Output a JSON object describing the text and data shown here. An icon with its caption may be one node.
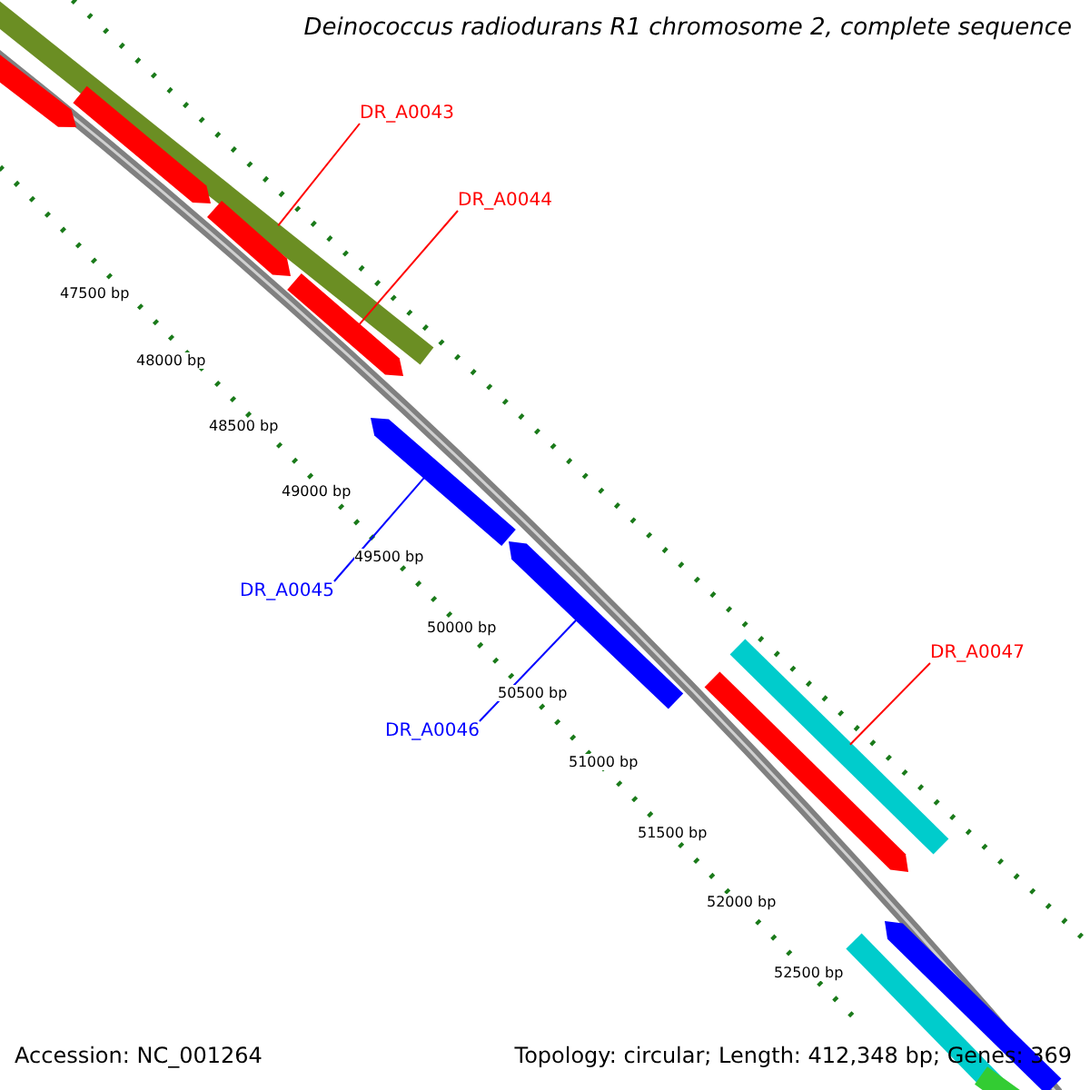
{
  "diagram": {
    "title": "Deinococcus radiodurans R1 chromosome 2, complete sequence",
    "nodes": [
      {
        "text": [
          "DR_A0043"
        ]
      },
      {
        "text": [
          "DR_A0044"
        ]
      },
      {
        "text": [
          "DR_A0045"
        ]
      },
      {
        "text": [
          "DR_A0046"
        ]
      },
      {
        "text": [
          "DR_A0047"
        ]
      },
      {
        "text": [],
        "shape": "bar"
      },
      {
        "text": [],
        "shape": "bar"
      },
      {
        "text": [],
        "shape": "bar"
      },
      {
        "text": [],
        "shape": "bar"
      },
      {
        "text": [],
        "shape": "bar"
      },
      {
        "text": [],
        "shape": "bar"
      },
      {
        "text": [],
        "shape": "bar"
      },
      {
        "text": [],
        "shape": "bar"
      },
      {
        "text": [],
        "shape": "bar"
      },
      {
        "text": [],
        "shape": "bar"
      },
      {
        "text": [],
        "shape": "bar"
      },
      {
        "text": [],
        "shape": "bar"
      }
    ],
    "edges": [
      {
        "from": 0,
        "to": 5,
        "arrow": "none"
      },
      {
        "from": 1,
        "to": 9,
        "arrow": "none"
      },
      {
        "from": 2,
        "to": 10,
        "arrow": "none",
        "color": "#0000ff"
      },
      {
        "from": 3,
        "to": 11,
        "arrow": "none",
        "color": "#0000ff"
      },
      {
        "from": 4,
        "to": 13,
        "arrow": "none"
      }
    ],
    "labels": [
      "47500 bp",
      "48000 bp",
      "48500 bp",
      "49000 bp",
      "49500 bp",
      "50000 bp",
      "50500 bp",
      "51000 bp",
      "51500 bp",
      "52000 bp",
      "52500 bp",
      "Accession: NC_001264",
      "Topology: circular; Length: 412,348 bp; Genes: 369"
    ]
  }
}
